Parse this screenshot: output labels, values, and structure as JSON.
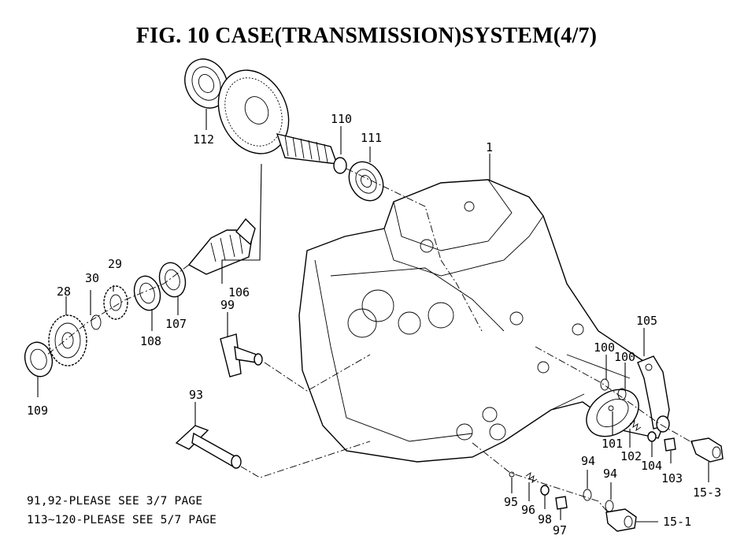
{
  "title": "FIG. 10  CASE(TRANSMISSION)SYSTEM(4/7)",
  "notes": [
    "91,92-PLEASE SEE 3/7 PAGE",
    "113~120-PLEASE SEE 5/7 PAGE"
  ],
  "callouts": [
    "1",
    "15-1",
    "15-3",
    "28",
    "29",
    "30",
    "93",
    "94",
    "94",
    "95",
    "96",
    "97",
    "98",
    "99",
    "100",
    "100",
    "101",
    "102",
    "103",
    "104",
    "105",
    "106",
    "107",
    "108",
    "109",
    "110",
    "111",
    "112"
  ]
}
